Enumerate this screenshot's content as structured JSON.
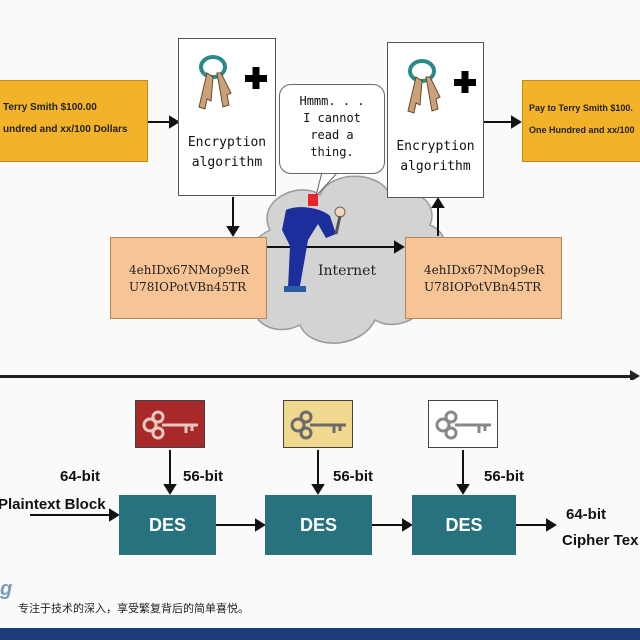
{
  "top": {
    "cheque_left": {
      "line1": "Terry Smith   $100.00",
      "line2": "undred and xx/100     Dollars"
    },
    "cheque_right": {
      "line1": "Pay to Terry Smith   $100.",
      "line2": "One Hundred and xx/100"
    },
    "encryption_left": "Encryption\nalgorithm",
    "encryption_right": "Encryption\nalgorithm",
    "ciphertext_left": {
      "line1": "4ehIDx67NMop9eR",
      "line2": "U78IOPotVBn45TR"
    },
    "ciphertext_right": {
      "line1": "4ehIDx67NMop9eR",
      "line2": "U78IOPotVBn45TR"
    },
    "speech": "Hmmm. . .\nI cannot\nread a\nthing.",
    "internet": "Internet"
  },
  "bottom": {
    "input_bits": "64-bit",
    "plaintext_label": "Plaintext Block",
    "key_bits": [
      "56-bit",
      "56-bit",
      "56-bit"
    ],
    "des_labels": [
      "DES",
      "DES",
      "DES"
    ],
    "output_bits": "64-bit",
    "output_label": "Cipher Tex",
    "key_colors": [
      "#a8292a",
      "#f0d98e",
      "#ffffff"
    ]
  },
  "footer": {
    "mark": "g",
    "slogan": "专注于技术的深入，享受繁复背后的简单喜悦。"
  }
}
